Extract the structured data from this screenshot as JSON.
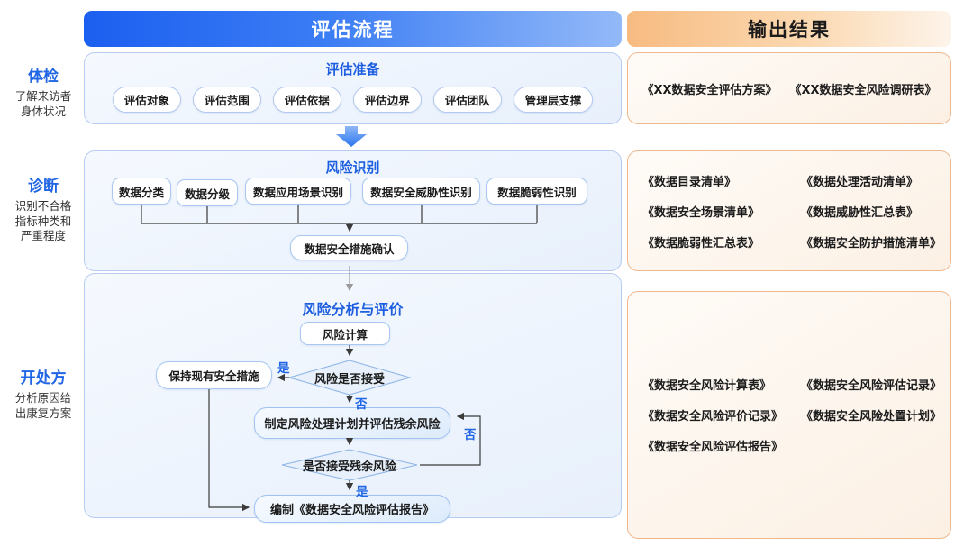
{
  "colors": {
    "process_bar_start": "#1c5ff0",
    "process_bar_end": "#93b9f8",
    "output_bar_start": "#f7bb81",
    "output_bar_end": "#fdf4ea",
    "panel_blue_border": "#b8ccf2",
    "panel_orange_border": "#eeb88e",
    "accent_blue": "#2166e5",
    "node_border": "#a9c7f0",
    "diamond_border": "#8fb6e6",
    "connector": "#3a3a3a",
    "text_dark": "#1b1b1b"
  },
  "headers": {
    "process": "评估流程",
    "output": "输出结果"
  },
  "left_stages": [
    {
      "title": "体检",
      "desc": [
        "了解来访者",
        "身体状况"
      ]
    },
    {
      "title": "诊断",
      "desc": [
        "识别不合格",
        "指标种类和",
        "严重程度"
      ]
    },
    {
      "title": "开处方",
      "desc": [
        "分析原因给",
        "出康复方案"
      ]
    }
  ],
  "process": {
    "step1": {
      "title": "评估准备",
      "pills": [
        "评估对象",
        "评估范围",
        "评估依据",
        "评估边界",
        "评估团队",
        "管理层支撑"
      ]
    },
    "step2": {
      "title": "风险识别",
      "items": [
        "数据分类",
        "数据分级",
        "数据应用场景识别",
        "数据安全威胁性识别",
        "数据脆弱性识别"
      ],
      "confirm": "数据安全措施确认"
    },
    "step3": {
      "title": "风险分析与评价",
      "risk_calc": "风险计算",
      "decision1": "风险是否接受",
      "keep_measures": "保持现有安全措施",
      "plan": "制定风险处理计划并评估残余风险",
      "decision2": "是否接受残余风险",
      "report": "编制《数据安全风险评估报告》",
      "label_yes": "是",
      "label_no": "否"
    }
  },
  "outputs": {
    "group1": [
      "《XX数据安全评估方案》",
      "《XX数据安全风险调研表》"
    ],
    "group2": [
      "《数据目录清单》",
      "《数据处理活动清单》",
      "《数据安全场景清单》",
      "《数据威胁性汇总表》",
      "《数据脆弱性汇总表》",
      "《数据安全防护措施清单》"
    ],
    "group3": [
      "《数据安全风险计算表》",
      "《数据安全风险评估记录》",
      "《数据安全风险评价记录》",
      "《数据安全风险处置计划》",
      "《数据安全风险评估报告》"
    ]
  }
}
